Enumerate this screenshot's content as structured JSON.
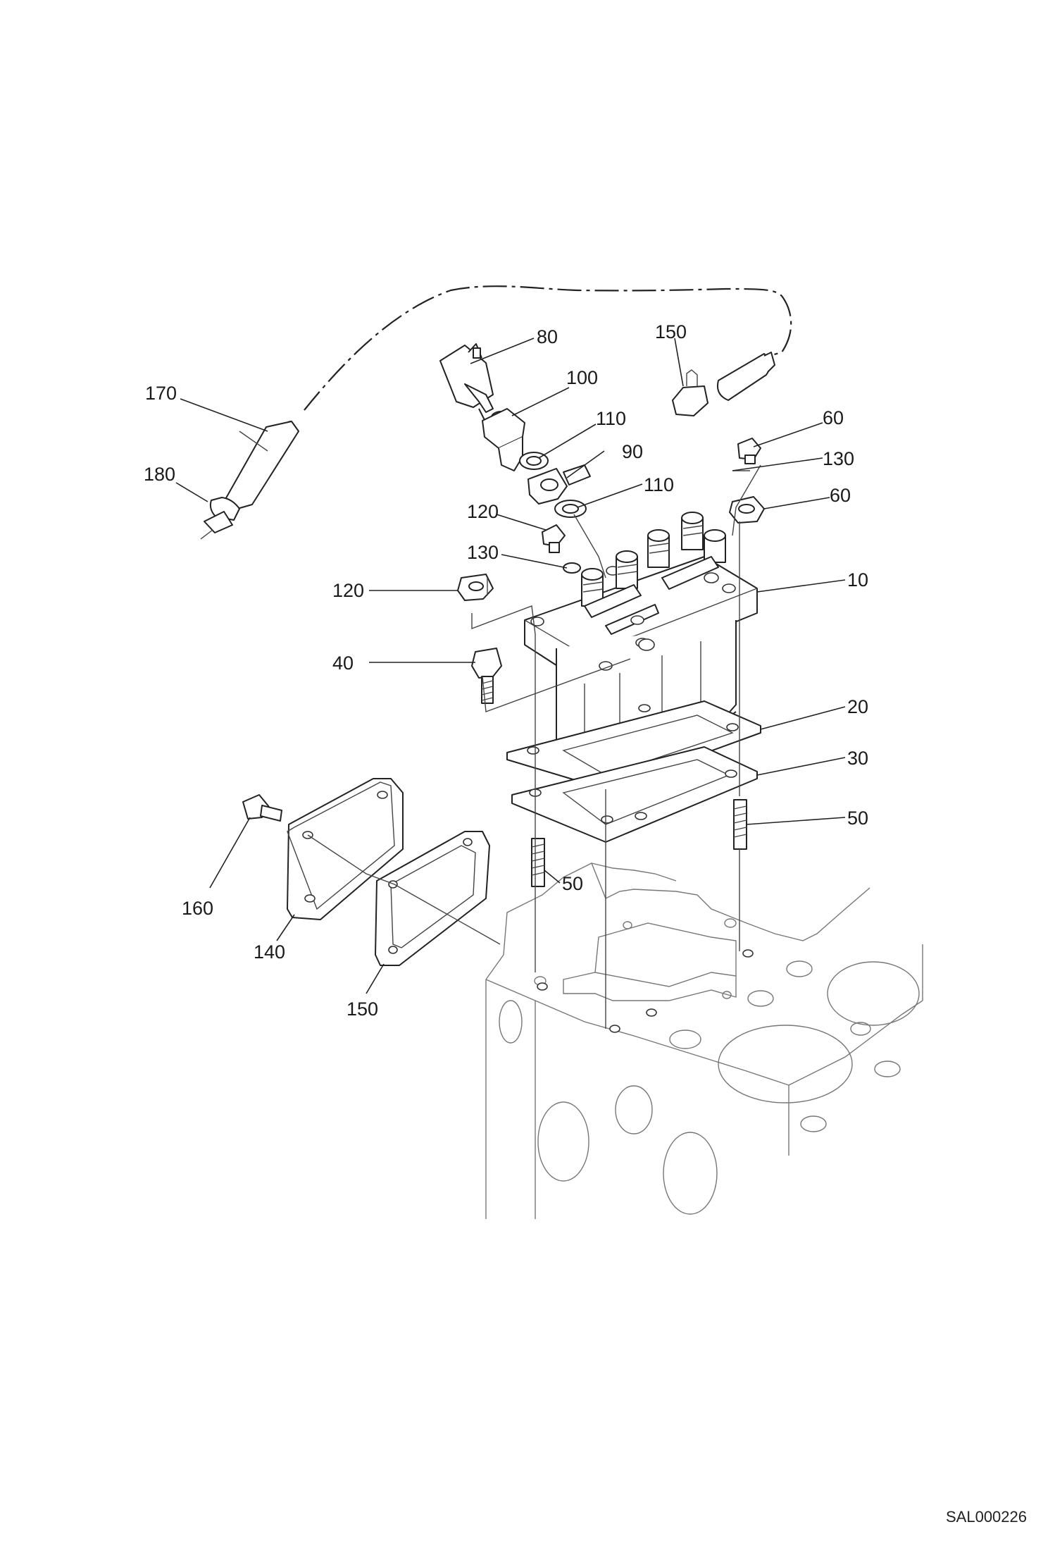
{
  "callouts": [
    "80",
    "150",
    "100",
    "170",
    "110",
    "90",
    "120",
    "130",
    "180",
    "110",
    "60",
    "120",
    "130",
    "60",
    "10",
    "40",
    "20",
    "30",
    "50",
    "160",
    "50",
    "140",
    "150"
  ],
  "document_code": "SAL000226"
}
